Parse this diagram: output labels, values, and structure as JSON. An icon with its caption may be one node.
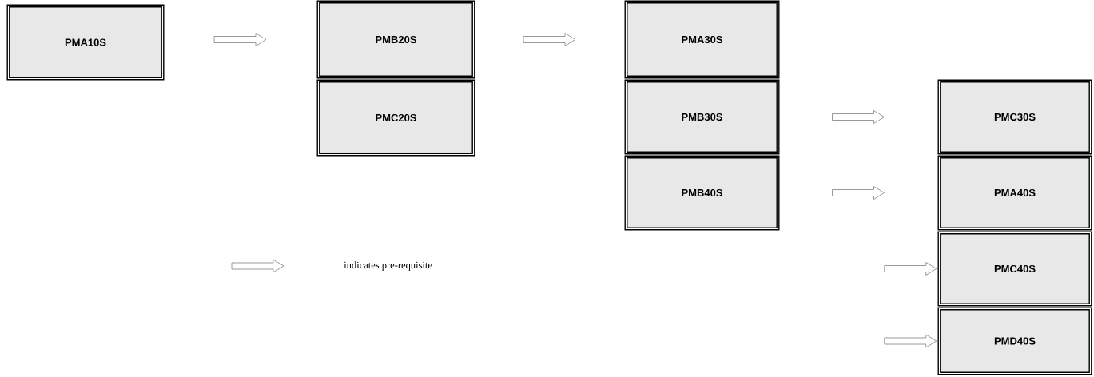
{
  "diagram": {
    "nodes": [
      {
        "text": [
          "PMA10S"
        ]
      },
      {
        "text": [
          "PMB20S"
        ]
      },
      {
        "text": [
          "PMC20S"
        ]
      },
      {
        "text": [
          "PMA30S"
        ]
      },
      {
        "text": [
          "PMB30S"
        ]
      },
      {
        "text": [
          "PMB40S"
        ]
      },
      {
        "text": [
          "PMC30S"
        ]
      },
      {
        "text": [
          "PMA40S"
        ]
      },
      {
        "text": [
          "PMC40S"
        ]
      },
      {
        "text": [
          "PMD40S"
        ]
      }
    ],
    "edges": [
      {
        "from": 0,
        "to": 1,
        "arrow": "to"
      },
      {
        "from": 1,
        "to": 3,
        "arrow": "to"
      },
      {
        "from": 4,
        "to": 6,
        "arrow": "to"
      },
      {
        "from": 5,
        "to": 7,
        "arrow": "to"
      },
      {
        "from": null,
        "to": 8,
        "arrow": "to"
      },
      {
        "from": null,
        "to": 9,
        "arrow": "to"
      }
    ],
    "legend": [
      {
        "text": "indicates pre-requisite"
      }
    ]
  }
}
